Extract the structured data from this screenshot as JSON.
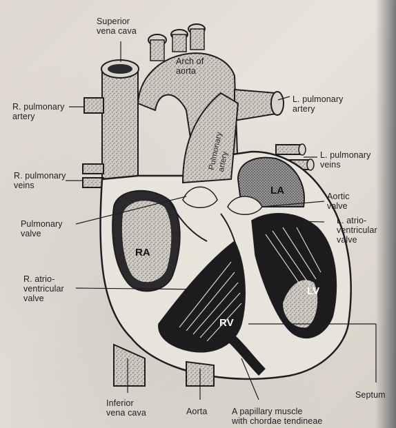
{
  "labels": {
    "superior_vena_cava": "Superior\nvena cava",
    "arch_of_aorta": "Arch of\naorta",
    "r_pulmonary_artery": "R. pulmonary\nartery",
    "l_pulmonary_artery": "L. pulmonary\nartery",
    "pulmonary_artery": "Pulmonary\nartery",
    "l_pulmonary_veins": "L. pulmonary\nveins",
    "r_pulmonary_veins": "R. pulmonary\nveins",
    "aortic_valve": "Aortic\nvalve",
    "la": "LA",
    "l_atrioventricular_valve": "L. atrio-\nventricular\nvalve",
    "pulmonary_valve": "Pulmonary\nvalve",
    "ra": "RA",
    "r_atrioventricular_valve": "R. atrio-\nventricular\nvalve",
    "lv": "LV",
    "rv": "RV",
    "septum": "Septum",
    "inferior_vena_cava": "Inferior\nvena cava",
    "aorta": "Aorta",
    "papillary_muscle": "A papillary muscle\nwith chordae tendineae"
  },
  "colors": {
    "paper": "#e3ddd4",
    "ink": "#1e1e22",
    "stipple": "#6b6b70",
    "chamber_dark": "#1a1a1c"
  }
}
